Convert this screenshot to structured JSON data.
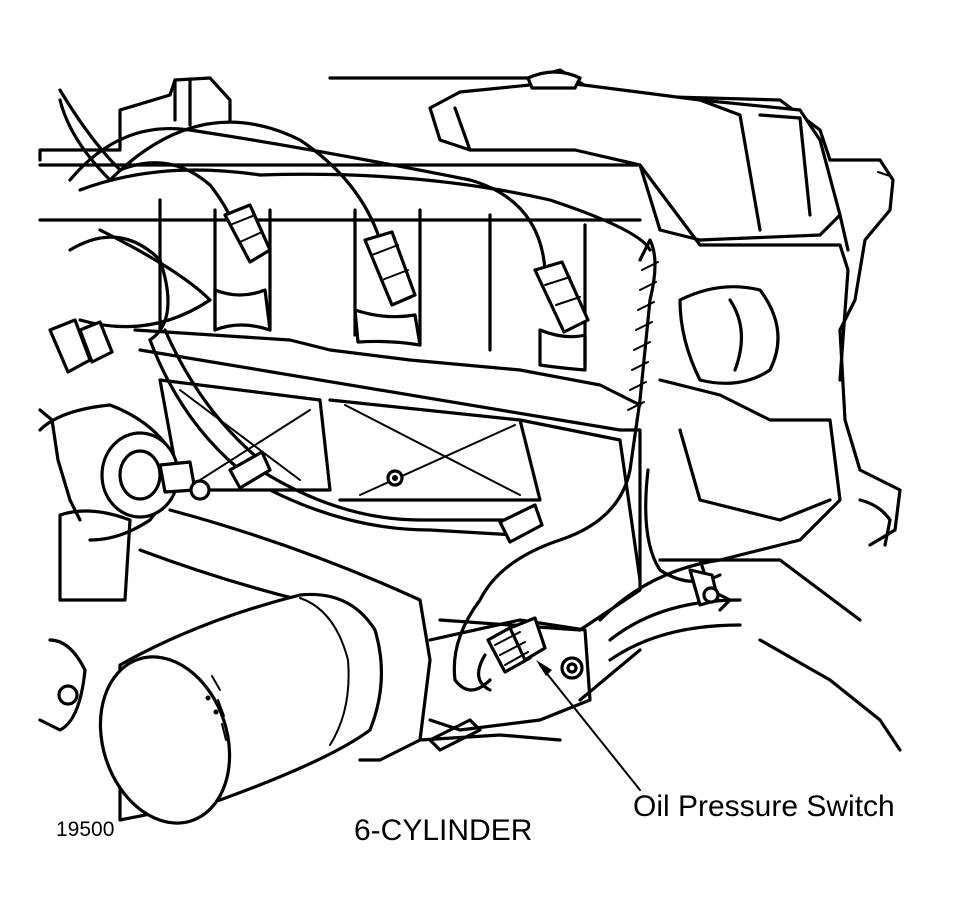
{
  "figure": {
    "number": "19500",
    "engine_label": "6-CYLINDER"
  },
  "callouts": [
    {
      "text": "Oil Pressure Switch"
    }
  ],
  "colors": {
    "ink": "#000000",
    "paper": "#ffffff"
  }
}
